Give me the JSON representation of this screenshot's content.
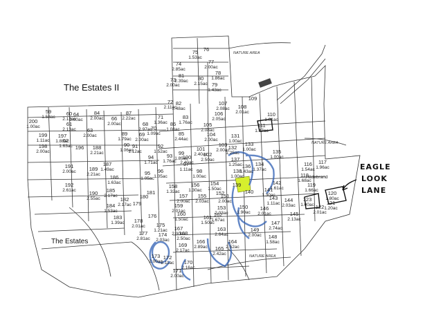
{
  "labels": {
    "estates_ii": "The Estates II",
    "estates": "The Estates",
    "nature_area": "NATURE AREA",
    "eagle_look_lane": [
      "EAGLE",
      "LOOK",
      "LANE"
    ],
    "hildebrand": "Hildebrand"
  },
  "colors": {
    "highlight_lot": "#d6ef2e",
    "blue_marks": "#2f5fb3",
    "linework": "#333333"
  },
  "lots": [
    {
      "id": "75",
      "ac": "1.53ac"
    },
    {
      "id": "76",
      "ac": ""
    },
    {
      "id": "74",
      "ac": "2.85ac"
    },
    {
      "id": "77",
      "ac": "2.00ac"
    },
    {
      "id": "78",
      "ac": "1.86ac"
    },
    {
      "id": "79",
      "ac": "1.43ac"
    },
    {
      "id": "73",
      "ac": "2.00ac"
    },
    {
      "id": "81",
      "ac": "2.39ac"
    },
    {
      "id": "80",
      "ac": "2.15ac"
    },
    {
      "id": "72",
      "ac": "2.11ac"
    },
    {
      "id": "82",
      "ac": "1.48ac"
    },
    {
      "id": "83",
      "ac": "1.76ac"
    },
    {
      "id": "84",
      "ac": "2.00ac"
    },
    {
      "id": "85",
      "ac": "2.44ac"
    },
    {
      "id": "86",
      "ac": "1.08ac"
    },
    {
      "id": "87",
      "ac": "2.22ac"
    },
    {
      "id": "68",
      "ac": "2.97ac"
    },
    {
      "id": "69",
      "ac": "2.00ac"
    },
    {
      "id": "70",
      "ac": "1.09ac"
    },
    {
      "id": "71",
      "ac": "1.36ac"
    },
    {
      "id": "66",
      "ac": "2.00ac"
    },
    {
      "id": "64",
      "ac": "2.00ac"
    },
    {
      "id": "63",
      "ac": "2.00ac"
    },
    {
      "id": "61",
      "ac": "2.13ac"
    },
    {
      "id": "60",
      "ac": "2.13ac"
    },
    {
      "id": "59",
      "ac": "1.58ac"
    },
    {
      "id": "200",
      "ac": "1.00ac"
    },
    {
      "id": "199",
      "ac": "1.11ac"
    },
    {
      "id": "198",
      "ac": "2.00ac"
    },
    {
      "id": "197",
      "ac": "1.88ac"
    },
    {
      "id": "62",
      "ac": "1.63ac"
    },
    {
      "id": "196",
      "ac": ""
    },
    {
      "id": "188",
      "ac": "2.21ac"
    },
    {
      "id": "189",
      "ac": "2.21ac"
    },
    {
      "id": "190",
      "ac": "2.55ac"
    },
    {
      "id": "191",
      "ac": "2.00ac"
    },
    {
      "id": "192",
      "ac": "2.61ac"
    },
    {
      "id": "187",
      "ac": "1.49ac"
    },
    {
      "id": "186",
      "ac": "1.63ac"
    },
    {
      "id": "185",
      "ac": "2.17ac"
    },
    {
      "id": "184",
      "ac": "1.53ac"
    },
    {
      "id": "183",
      "ac": "1.39ac"
    },
    {
      "id": "89",
      "ac": "1.79ac"
    },
    {
      "id": "90",
      "ac": "1.06ac"
    },
    {
      "id": "91",
      "ac": "1.12ac"
    },
    {
      "id": "92",
      "ac": "1.52ac"
    },
    {
      "id": "93",
      "ac": "1.76ac"
    },
    {
      "id": "94",
      "ac": "1.71ac"
    },
    {
      "id": "95",
      "ac": "1.05ac"
    },
    {
      "id": "96",
      "ac": "1.05ac"
    },
    {
      "id": "97",
      "ac": "1.11ac"
    },
    {
      "id": "98",
      "ac": "1.00ac"
    },
    {
      "id": "99",
      "ac": "1.89ac"
    },
    {
      "id": "100",
      "ac": "2.40ac"
    },
    {
      "id": "101",
      "ac": "2.40ac"
    },
    {
      "id": "102",
      "ac": "2.50ac"
    },
    {
      "id": "103",
      "ac": "2.00ac"
    },
    {
      "id": "104",
      "ac": "2.00ac"
    },
    {
      "id": "105",
      "ac": "2.08ac"
    },
    {
      "id": "106",
      "ac": "2.05ac"
    },
    {
      "id": "107",
      "ac": "2.08ac"
    },
    {
      "id": "108",
      "ac": "2.01ac"
    },
    {
      "id": "109",
      "ac": ""
    },
    {
      "id": "110",
      "ac": "1.81ac"
    },
    {
      "id": "111",
      "ac": "1.47ac"
    },
    {
      "id": "131",
      "ac": "1.00ac"
    },
    {
      "id": "132",
      "ac": "1.25ac"
    },
    {
      "id": "133",
      "ac": "1.00ac"
    },
    {
      "id": "134",
      "ac": "1.37ac"
    },
    {
      "id": "135",
      "ac": "1.00ac"
    },
    {
      "id": "136",
      "ac": "1.43ac"
    },
    {
      "id": "137",
      "ac": "1.25ac"
    },
    {
      "id": "138",
      "ac": "1.00ac"
    },
    {
      "id": "139",
      "ac": ""
    },
    {
      "id": "140",
      "ac": ""
    },
    {
      "id": "141",
      "ac": "1.30ac"
    },
    {
      "id": "142",
      "ac": "1.61ac"
    },
    {
      "id": "143",
      "ac": "1.11ac"
    },
    {
      "id": "144",
      "ac": "2.03ac"
    },
    {
      "id": "145",
      "ac": "2.13ac"
    },
    {
      "id": "146",
      "ac": "2.01ac"
    },
    {
      "id": "147",
      "ac": "2.74ac"
    },
    {
      "id": "148",
      "ac": "1.58ac"
    },
    {
      "id": "149",
      "ac": "2.00ac"
    },
    {
      "id": "150",
      "ac": "1.90ac"
    },
    {
      "id": "151",
      "ac": "2.00ac"
    },
    {
      "id": "152",
      "ac": ""
    },
    {
      "id": "153",
      "ac": "2.03ac"
    },
    {
      "id": "154",
      "ac": "1.50ac"
    },
    {
      "id": "155",
      "ac": "2.03ac"
    },
    {
      "id": "156",
      "ac": "1.30ac"
    },
    {
      "id": "157",
      "ac": "2.00ac"
    },
    {
      "id": "158",
      "ac": "1.32ac"
    },
    {
      "id": "159",
      "ac": "2.01ac"
    },
    {
      "id": "160",
      "ac": "1.50ac"
    },
    {
      "id": "161",
      "ac": "1.50ac"
    },
    {
      "id": "162",
      "ac": "1.67ac"
    },
    {
      "id": "163",
      "ac": "2.64ac"
    },
    {
      "id": "164",
      "ac": "2.52ac"
    },
    {
      "id": "165",
      "ac": "2.42ac"
    },
    {
      "id": "166",
      "ac": "2.89ac"
    },
    {
      "id": "167",
      "ac": "2.00ac"
    },
    {
      "id": "168",
      "ac": "2.50ac"
    },
    {
      "id": "169",
      "ac": "2.17ac"
    },
    {
      "id": "170",
      "ac": "2.16ac"
    },
    {
      "id": "171",
      "ac": "2.00ac"
    },
    {
      "id": "172",
      "ac": "2.11ac"
    },
    {
      "id": "173",
      "ac": "2.00ac"
    },
    {
      "id": "174",
      "ac": "2.03ac"
    },
    {
      "id": "175",
      "ac": "1.21ac"
    },
    {
      "id": "176",
      "ac": ""
    },
    {
      "id": "177",
      "ac": "2.81ac"
    },
    {
      "id": "178",
      "ac": "2.01ac"
    },
    {
      "id": "179",
      "ac": ""
    },
    {
      "id": "180",
      "ac": ""
    },
    {
      "id": "181",
      "ac": ""
    },
    {
      "id": "182",
      "ac": "2.17ac"
    },
    {
      "id": "116",
      "ac": "1.54ac"
    },
    {
      "id": "117",
      "ac": "1.96ac"
    },
    {
      "id": "118",
      "ac": "1.68ac"
    },
    {
      "id": "119",
      "ac": "1.66ac"
    },
    {
      "id": "120",
      "ac": "1.80ac"
    },
    {
      "id": "121",
      "ac": "1.20ac"
    },
    {
      "id": "122",
      "ac": "2.01ac"
    },
    {
      "id": "123",
      "ac": "1.00ac"
    }
  ]
}
